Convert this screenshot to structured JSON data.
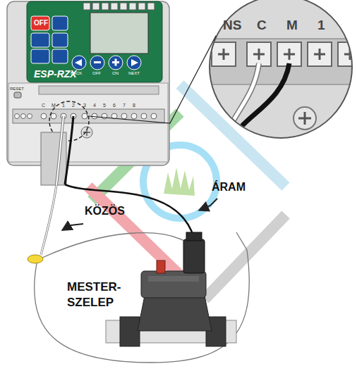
{
  "diagram": {
    "nodes": [
      {
        "text": [
          "ESP-RZX"
        ]
      },
      {
        "text": [
          "NS",
          "C",
          "M",
          "1"
        ]
      }
    ],
    "edges": [
      {
        "from": 0,
        "to": 1,
        "arrow": "none"
      }
    ],
    "labels": [
      "OFF",
      "BACK",
      "OFF",
      "ON",
      "NEXT",
      "RESET",
      "C",
      "M",
      "1",
      "2",
      "3",
      "4",
      "5",
      "6",
      "7",
      "8",
      "KÖZÖS",
      "ÁRAM",
      "MESTER- SZELEP"
    ]
  }
}
